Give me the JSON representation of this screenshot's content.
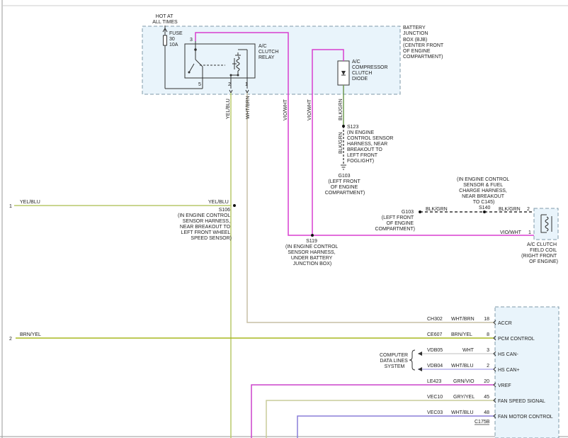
{
  "power": {
    "hot_label": [
      "HOT AT",
      "ALL TIMES"
    ],
    "fuse": [
      "FUSE",
      "30",
      "10A"
    ]
  },
  "bjb": {
    "title": [
      "BATTERY",
      "JUNCTION",
      "BOX (BJB)",
      "(CENTER FRONT",
      "OF ENGINE",
      "COMPARTMENT)"
    ]
  },
  "relay": {
    "label": [
      "A/C",
      "CLUTCH",
      "RELAY"
    ],
    "pins": {
      "p3": "3",
      "p5": "5",
      "p2": "2",
      "p1": "1"
    }
  },
  "diode": {
    "label": [
      "A/C",
      "COMPRESSOR",
      "CLUTCH",
      "DIODE"
    ]
  },
  "wires": {
    "yel_blu": "YEL/BLU",
    "wht_brn": "WHT/BRN",
    "vio_wht": "VIO/WHT",
    "blk_grn": "BLK/GRN"
  },
  "splices": {
    "s123": [
      "S123",
      "(IN ENGINE",
      "CONTROL SENSOR",
      "HARNESS, NEAR",
      "BREAKOUT TO",
      "LEFT FRONT",
      "FOGLIGHT)"
    ],
    "g103_top": [
      "G103",
      "(LEFT FRONT",
      "OF ENGINE",
      "COMPARTMENT)"
    ],
    "s106": [
      "S106",
      "(IN ENGINE CONTROL",
      "SENSOR HARNESS,",
      "NEAR BREAKOUT TO",
      "LEFT FRONT WHEEL",
      "SPEED SENSOR)"
    ],
    "s119": [
      "S119",
      "(IN ENGINE CONTROL",
      "SENSOR HARNESS,",
      "UNDER BATTERY",
      "JUNCTION BOX)"
    ],
    "s140_desc": [
      "(IN ENGINE CONTROL",
      "SENSOR & FUEL",
      "CHARGE HARNESS,",
      "NEAR BREAKOUT",
      "TO C145)"
    ],
    "s140": "S140",
    "g103_right": [
      "G103",
      "(LEFT FRONT",
      "OF ENGINE",
      "COMPARTMENT)"
    ]
  },
  "clutch_coil": {
    "label": [
      "A/C CLUTCH",
      "FIELD COIL",
      "(RIGHT FRONT",
      "OF ENGINE)"
    ],
    "pin2": "2",
    "pin1": "1"
  },
  "refs": {
    "r1": "1",
    "r2": "2"
  },
  "data_lines": [
    "COMPUTER",
    "DATA LINES",
    "SYSTEM"
  ],
  "pcm": {
    "rows": [
      {
        "circuit": "CH302",
        "color": "WHT/BRN",
        "pin": "18",
        "name": "ACCR"
      },
      {
        "circuit": "CE607",
        "color": "BRN/YEL",
        "pin": "8",
        "name": "PCM CONTROL"
      },
      {
        "circuit": "VDB05",
        "color": "WHT",
        "pin": "3",
        "name": "HS CAN-"
      },
      {
        "circuit": "VDB04",
        "color": "WHT/BLU",
        "pin": "2",
        "name": "HS CAN+"
      },
      {
        "circuit": "LE423",
        "color": "GRN/VIO",
        "pin": "20",
        "name": "VREF"
      },
      {
        "circuit": "VEC10",
        "color": "GRY/YEL",
        "pin": "45",
        "name": "FAN SPEED SIGNAL"
      },
      {
        "circuit": "VEC03",
        "color": "WHT/BLU",
        "pin": "48",
        "name": "FAN MOTOR CONTROL"
      }
    ],
    "connector": "C175B"
  }
}
